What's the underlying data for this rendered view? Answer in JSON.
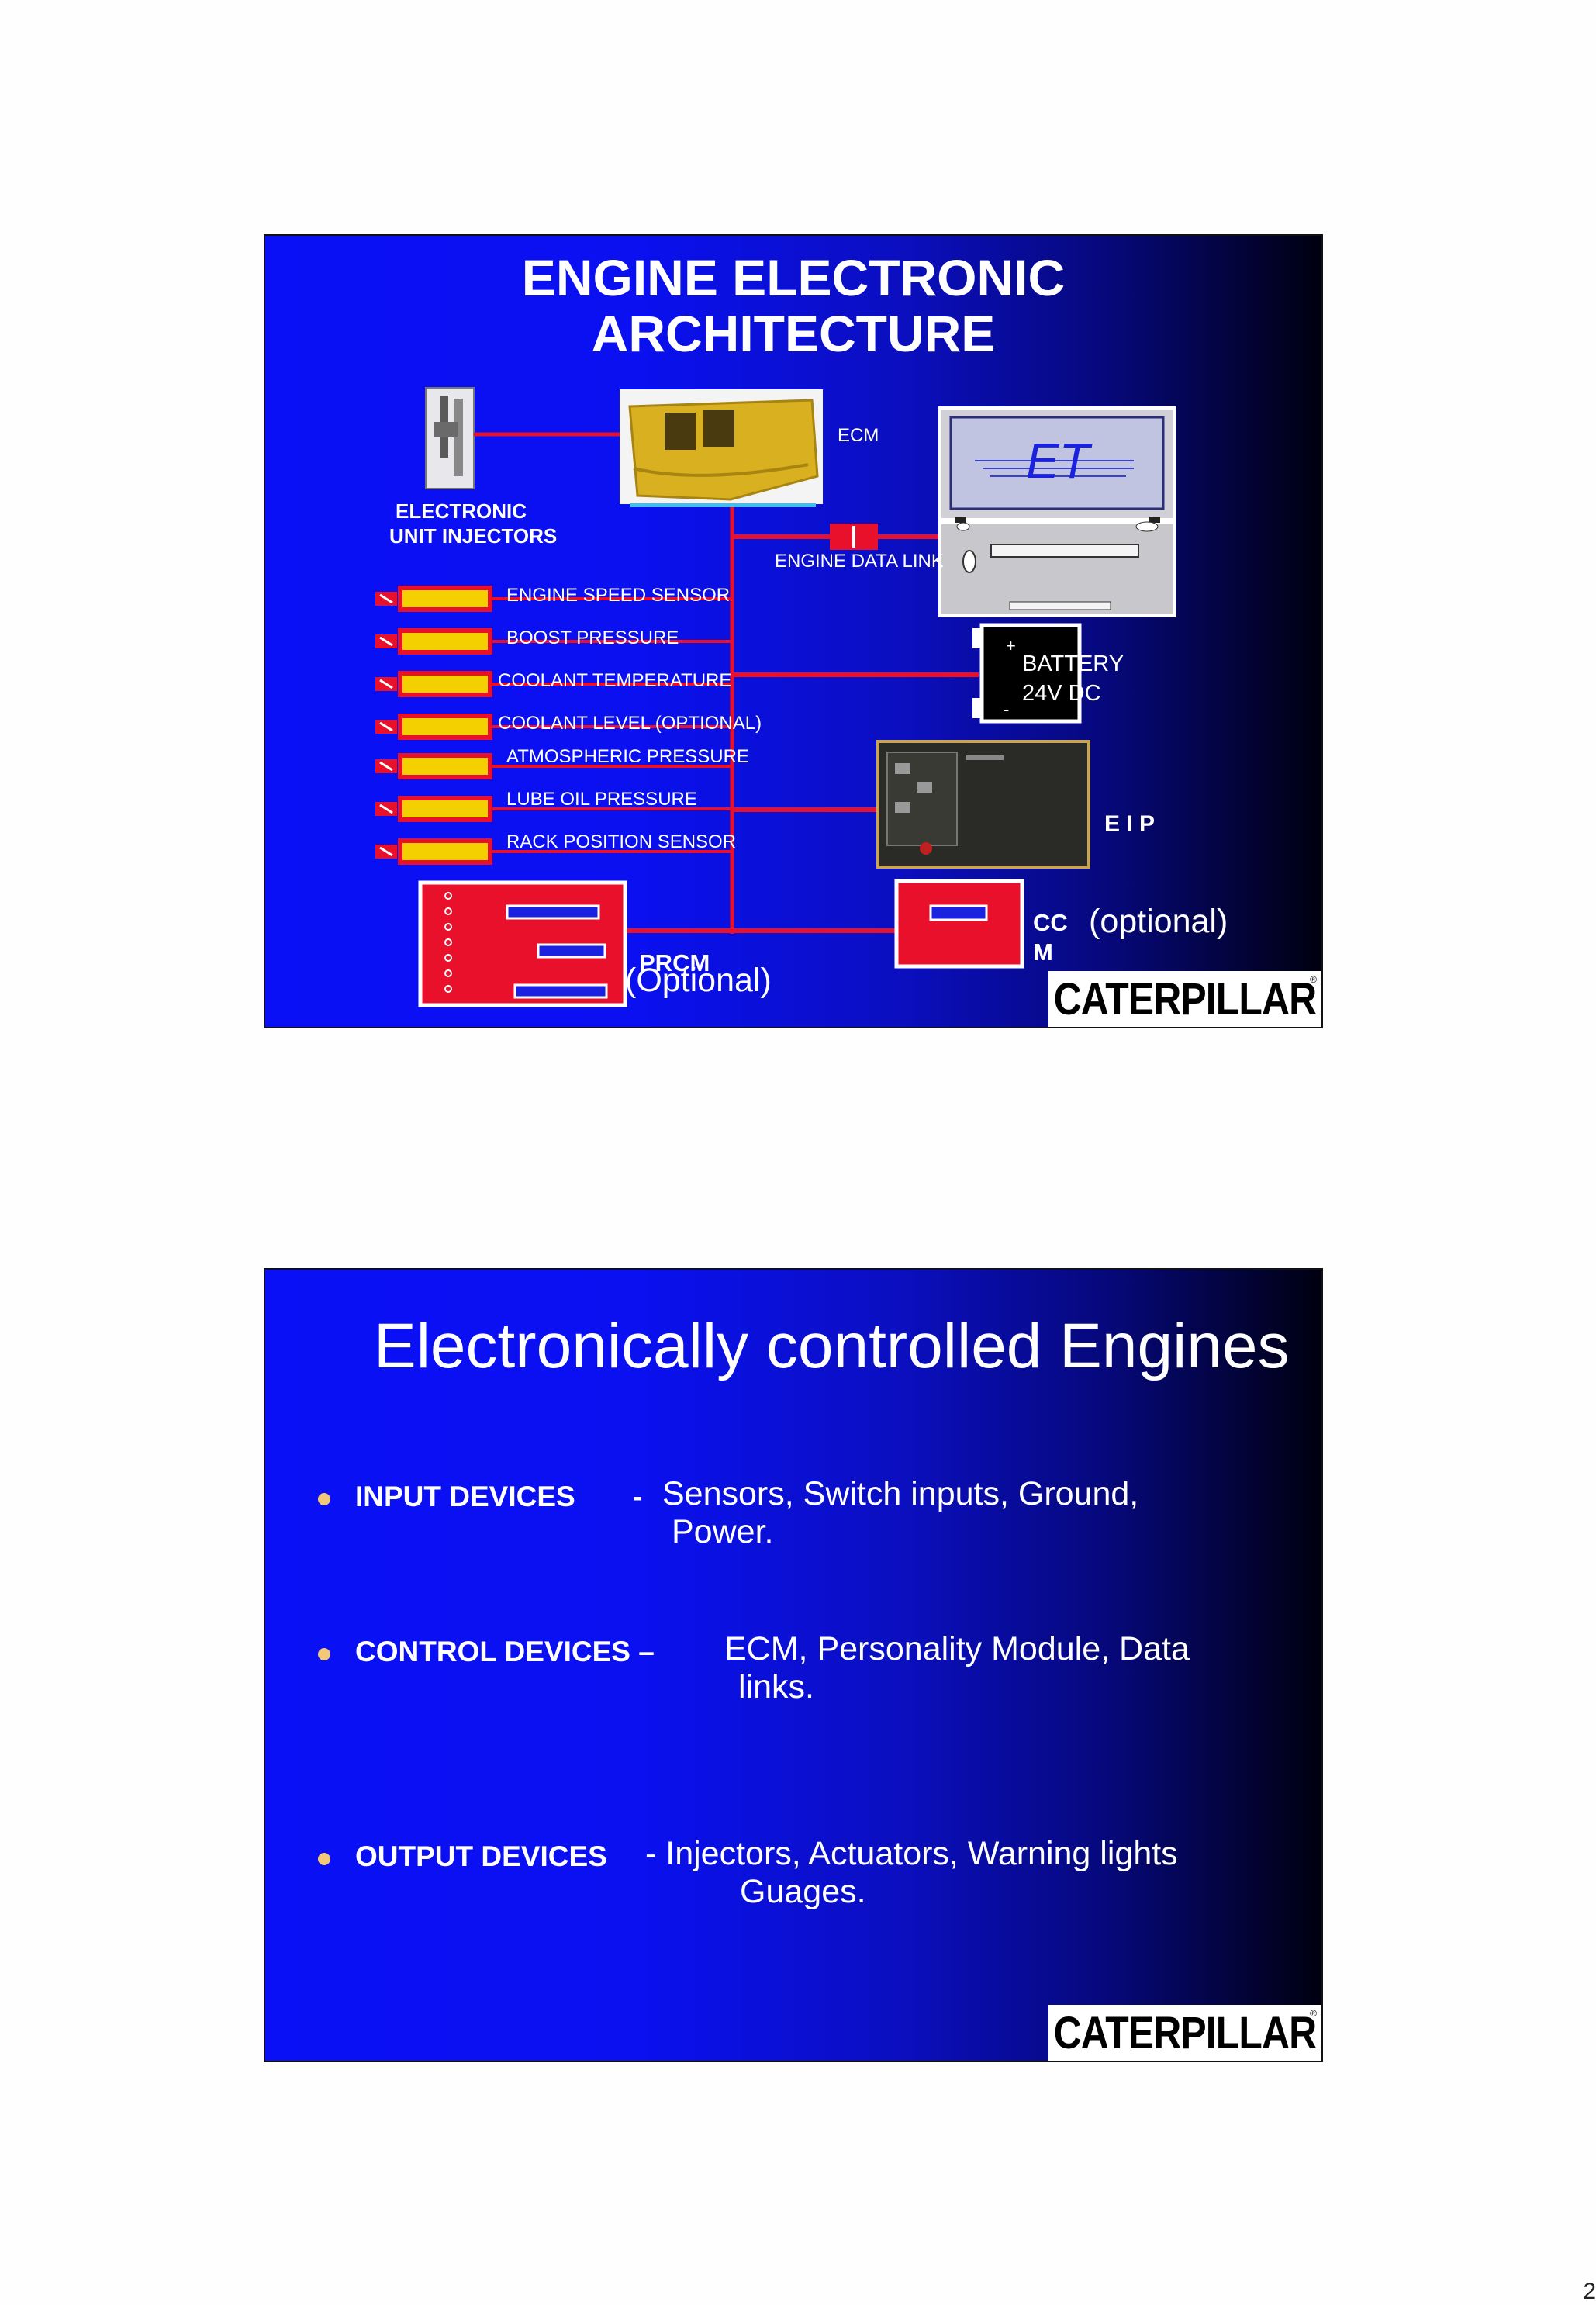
{
  "slide1": {
    "title_line1": "ENGINE ELECTRONIC",
    "title_line2": "ARCHITECTURE",
    "ecm_label": "ECM",
    "injectors_line1": "ELECTRONIC",
    "injectors_line2": "UNIT INJECTORS",
    "data_link_label": "ENGINE  DATA LINK",
    "laptop_logo": "ET",
    "battery_plus": "+",
    "battery_minus": "-",
    "battery_line1": "BATTERY",
    "battery_line2": "24V DC",
    "sensors": [
      {
        "label": "ENGINE SPEED SENSOR"
      },
      {
        "label": "BOOST PRESSURE"
      },
      {
        "label": "COOLANT TEMPERATURE"
      },
      {
        "label": "COOLANT LEVEL (OPTIONAL)"
      },
      {
        "label": "ATMOSPHERIC PRESSURE"
      },
      {
        "label": "LUBE OIL PRESSURE"
      },
      {
        "label": "RACK POSITION SENSOR"
      }
    ],
    "eip_label": "E I P",
    "ccm_label_line1": "CC",
    "ccm_label_line2": "M",
    "ccm_optional": "(optional)",
    "prcm_label": "PRCM",
    "prcm_optional": "(Optional)",
    "logo": "CATERPILLAR",
    "logo_reg": "®"
  },
  "slide2": {
    "title": "Electronically controlled Engines",
    "bullets": [
      {
        "head": "INPUT DEVICES",
        "sep": "-",
        "line1": "Sensors, Switch inputs, Ground,",
        "line2": "Power."
      },
      {
        "head": "CONTROL DEVICES –",
        "sep": "",
        "line1": "ECM, Personality Module, Data",
        "line2": "links."
      },
      {
        "head": "OUTPUT DEVICES",
        "sep": "",
        "line1": "- Injectors,  Actuators, Warning lights",
        "line2": "Guages."
      }
    ],
    "logo": "CATERPILLAR",
    "logo_reg": "®"
  },
  "page_number": "2",
  "colors": {
    "slide_blue": "#0a10f5",
    "wire_red": "#e8102a",
    "ecm_yellow": "#d8b020",
    "sensor_yellow": "#f4d000",
    "bullet": "#f2c879"
  }
}
